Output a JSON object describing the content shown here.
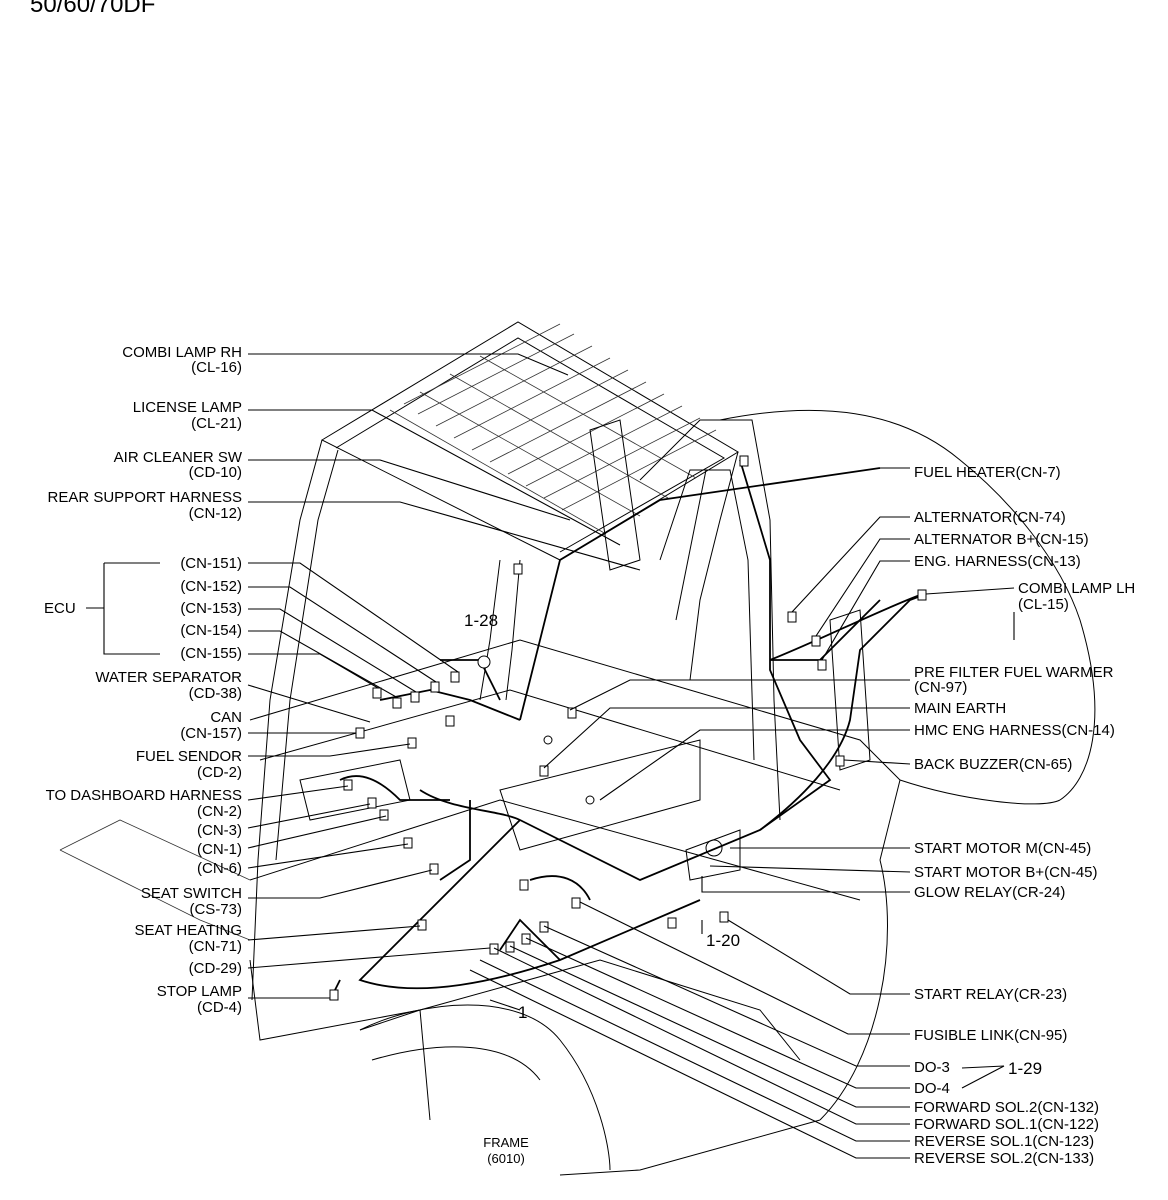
{
  "title": "50/60/70DF",
  "labels": {
    "combi_lamp_rh": "COMBI LAMP RH",
    "cl16": "(CL-16)",
    "license_lamp": "LICENSE LAMP",
    "cl21": "(CL-21)",
    "air_cleaner_sw": "AIR CLEANER SW",
    "cd10": "(CD-10)",
    "rear_support_harness": "REAR SUPPORT HARNESS",
    "cn12": "(CN-12)",
    "cn151": "(CN-151)",
    "cn152": "(CN-152)",
    "cn153": "(CN-153)",
    "cn154": "(CN-154)",
    "cn155": "(CN-155)",
    "ecu": "ECU",
    "ref_1_28": "1-28",
    "water_separator": "WATER SEPARATOR",
    "cd38": "(CD-38)",
    "can": "CAN",
    "cn157": "(CN-157)",
    "fuel_sendor": "FUEL SENDOR",
    "cd2": "(CD-2)",
    "to_dashboard_harness": "TO DASHBOARD HARNESS",
    "cn2": "(CN-2)",
    "cn3": "(CN-3)",
    "cn1": "(CN-1)",
    "cn6": "(CN-6)",
    "seat_switch": "SEAT SWITCH",
    "cs73": "(CS-73)",
    "seat_heating": "SEAT HEATING",
    "cn71": "(CN-71)",
    "cd29": "(CD-29)",
    "stop_lamp": "STOP LAMP",
    "cd4": "(CD-4)",
    "ref_1": "1",
    "frame": "FRAME",
    "frame_no": "(6010)",
    "fuel_heater": "FUEL HEATER(CN-7)",
    "alternator": "ALTERNATOR(CN-74)",
    "alternator_b": "ALTERNATOR B+(CN-15)",
    "eng_harness": "ENG. HARNESS(CN-13)",
    "combi_lamp_lh": "COMBI LAMP LH",
    "cl15": "(CL-15)",
    "pre_filter": "PRE FILTER FUEL WARMER",
    "cn97": "(CN-97)",
    "main_earth": "MAIN EARTH",
    "hmc_eng_harness": "HMC ENG HARNESS(CN-14)",
    "back_buzzer": "BACK BUZZER(CN-65)",
    "start_motor_m": "START MOTOR M(CN-45)",
    "start_motor_b": "START MOTOR B+(CN-45)",
    "glow_relay": "GLOW RELAY(CR-24)",
    "ref_1_20": "1-20",
    "start_relay": "START RELAY(CR-23)",
    "fusible_link": "FUSIBLE LINK(CN-95)",
    "do3": "DO-3",
    "do4": "DO-4",
    "ref_1_29": "1-29",
    "forward_sol2": "FORWARD SOL.2(CN-132)",
    "forward_sol1": "FORWARD SOL.1(CN-122)",
    "reverse_sol1": "REVERSE SOL.1(CN-123)",
    "reverse_sol2": "REVERSE SOL.2(CN-133)"
  }
}
